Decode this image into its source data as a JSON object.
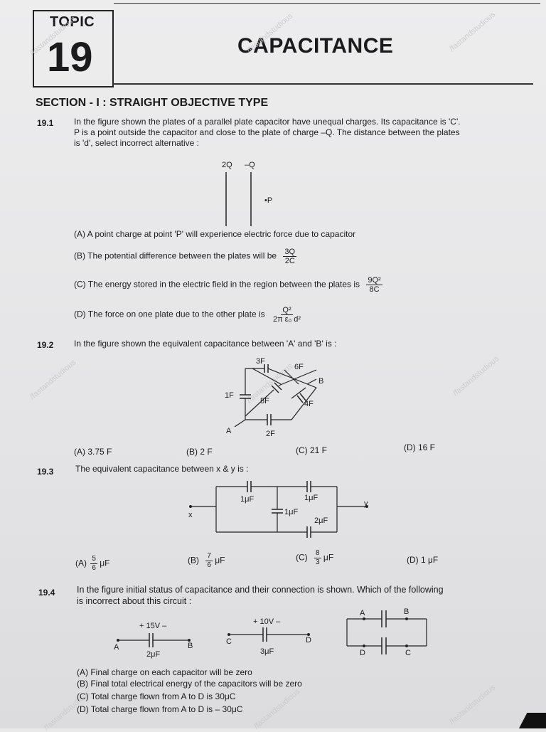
{
  "header": {
    "topic_label": "TOPIC",
    "topic_number": "19",
    "chapter_title": "CAPACITANCE",
    "section_title": "SECTION - I : STRAIGHT OBJECTIVE TYPE"
  },
  "watermark": "/fastandstudious",
  "questions": [
    {
      "number": "19.1",
      "text_line1": "In the figure shown the plates of a parallel plate capacitor have unequal charges. Its capacitance is 'C'.",
      "text_line2": "P is a point outside the capacitor and close to the plate of charge –Q. The distance between the plates",
      "text_line3": "is 'd', select incorrect alternative :",
      "fig_labels": {
        "left": "2Q",
        "right": "–Q",
        "point": "•P"
      },
      "options": {
        "a": "(A) A point charge at point 'P' will experience electric force due to capacitor",
        "b_text": "(B) The potential difference between the plates will be",
        "b_num": "3Q",
        "b_den": "2C",
        "c_text": "(C) The energy stored in the electric field in the region between the plates is",
        "c_num": "9Q²",
        "c_den": "8C",
        "d_text": "(D) The force on one plate due to the other plate is",
        "d_num": "Q²",
        "d_den": "2π ε₀ d²"
      }
    },
    {
      "number": "19.2",
      "text": "In the figure shown the equivalent capacitance between 'A' and 'B' is :",
      "fig_labels": {
        "c1": "3F",
        "c2": "6F",
        "c3": "1F",
        "c4": "5F",
        "c5": "4F",
        "c6": "2F",
        "a": "A",
        "b": "B"
      },
      "options": {
        "a": "(A) 3.75 F",
        "b": "(B) 2 F",
        "c": "(C) 21 F",
        "d": "(D) 16 F"
      }
    },
    {
      "number": "19.3",
      "text": "The equivalent capacitance between x & y is :",
      "fig_labels": {
        "c1": "1μF",
        "c2": "1μF",
        "c3": "1μF",
        "c4": "2μF",
        "x": "x",
        "y": "y"
      },
      "options": {
        "a_pre": "(A)",
        "a_num": "5",
        "a_den": "6",
        "a_unit": "μF",
        "b_pre": "(B)",
        "b_num": "7",
        "b_den": "6",
        "b_unit": "μF",
        "c_pre": "(C)",
        "c_num": "8",
        "c_den": "3",
        "c_unit": "μF",
        "d": "(D) 1 μF"
      }
    },
    {
      "number": "19.4",
      "text_line1": "In the figure initial status of capacitance and their connection is shown. Which of the following",
      "text_line2": "is incorrect about this circuit :",
      "fig_labels": {
        "v1": "+ 15V –",
        "c1": "2μF",
        "a1": "A",
        "b1": "B",
        "v2": "+ 10V –",
        "c2": "3μF",
        "c_node": "C",
        "d_node": "D",
        "a2": "A",
        "b2": "B",
        "d2": "D",
        "c2n": "C"
      },
      "options": {
        "a": "(A) Final charge on each capacitor will be zero",
        "b": "(B) Final total electrical energy of the capacitors will be zero",
        "c": "(C) Total charge flown from A to D is 30μC",
        "d": "(D) Total charge flown from A to D is – 30μC"
      }
    }
  ]
}
